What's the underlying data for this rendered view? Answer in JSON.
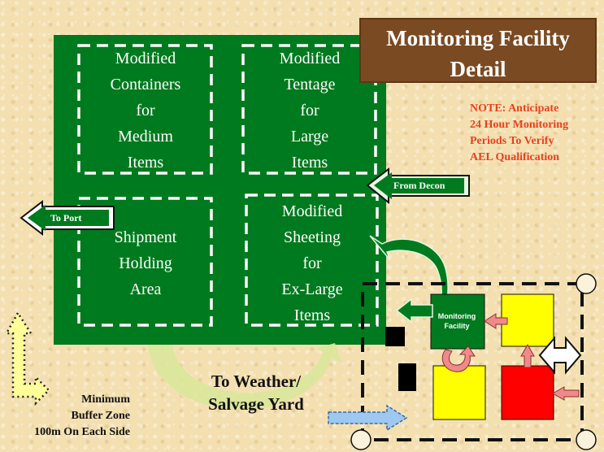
{
  "title": [
    "Monitoring Facility",
    "Detail"
  ],
  "note": [
    "NOTE:  Anticipate",
    "24 Hour Monitoring",
    "Periods To Verify",
    "AEL Qualification"
  ],
  "zones": {
    "top_left": [
      "Modified",
      "Containers",
      "for",
      "Medium",
      "Items"
    ],
    "top_right": [
      "Modified",
      "Tentage",
      "for",
      "Large",
      "Items"
    ],
    "bottom_left": [
      "Shipment",
      "Holding",
      "Area"
    ],
    "bottom_right": [
      "Modified",
      "Sheeting",
      "for",
      "Ex-Large",
      "Items"
    ]
  },
  "arrows": {
    "from_decon": "From Decon",
    "to_port": "To Port",
    "to_weather": [
      "To Weather/",
      "Salvage Yard"
    ]
  },
  "monitoring_facility": [
    "Monitoring",
    "Facility"
  ],
  "buffer_zone": [
    "Minimum",
    "Buffer Zone",
    "100m On Each Side"
  ],
  "colors": {
    "background": "#f3dfb0",
    "yard_green": "#007a1e",
    "title_brown": "#7a4a22",
    "note_red": "#e8401c",
    "yellow": "#ffff00",
    "red": "#ff0000",
    "pink_arrow": "#f08a8a",
    "blue_arrow": "#9ec8f0"
  }
}
